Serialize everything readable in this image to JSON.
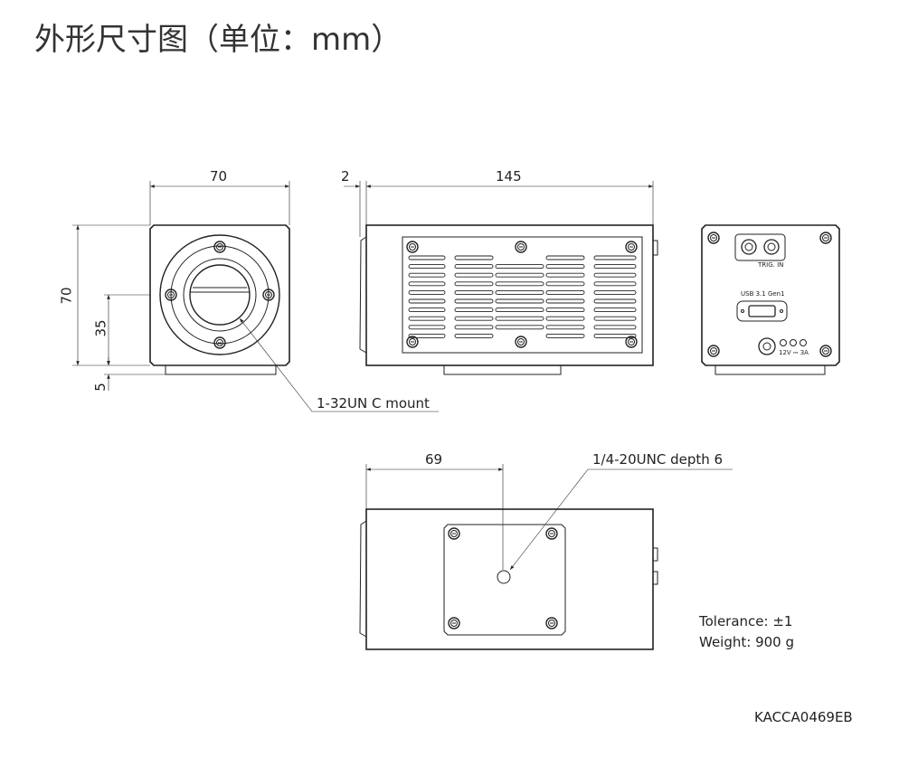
{
  "title": "外形尺寸图（单位：mm）",
  "front_view": {
    "width_dim": "70",
    "height_dim": "70",
    "mount_center_dim": "35",
    "foot_dim": "5",
    "mount_label": "1-32UN C mount"
  },
  "side_view": {
    "ring_dim": "2",
    "length_dim": "145"
  },
  "rear_view": {
    "trigger_label": "TRIG. IN",
    "usb_label": "USB 3.1 Gen1",
    "power_label": "12V ⎓ 3A"
  },
  "bottom_view": {
    "hole_offset_dim": "69",
    "hole_label": "1/4-20UNC depth 6"
  },
  "notes": {
    "tolerance": "Tolerance: ±1",
    "weight": "Weight: 900 g"
  },
  "drawing_code": "KACCA0469EB"
}
